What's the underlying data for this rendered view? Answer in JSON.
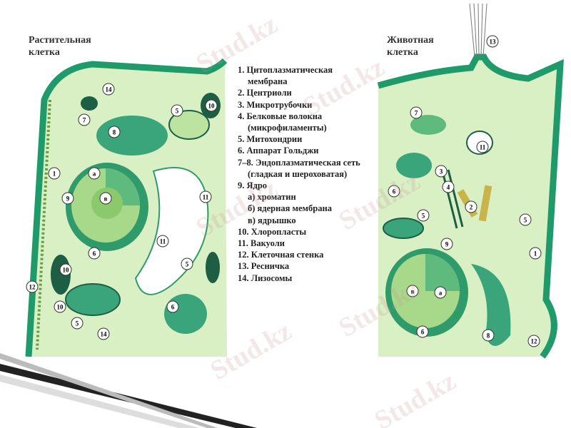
{
  "plant_cell": {
    "title_line1": "Растительная",
    "title_line2": "клетка",
    "labels": [
      "14",
      "7",
      "8",
      "5",
      "10",
      "1",
      "9",
      "а",
      "в",
      "6",
      "11",
      "11",
      "5",
      "10",
      "12",
      "10",
      "5",
      "14",
      "6"
    ]
  },
  "animal_cell": {
    "title_line1": "Животная",
    "title_line2": "клетка",
    "labels": [
      "13",
      "7",
      "11",
      "6",
      "3",
      "4",
      "2",
      "5",
      "5",
      "9",
      "1",
      "в",
      "а",
      "б",
      "8",
      "12"
    ]
  },
  "legend": [
    "1. Цитоплазматическая",
    "мембрана",
    "2. Центриоли",
    "3. Микротрубочки",
    "4. Белковые волокна",
    "(микрофиламенты)",
    "5. Митохондрии",
    "6. Аппарат Гольджи",
    "7–8. Эндоплазматическая сеть",
    "(гладкая и шероховатая)",
    "9. Ядро",
    "а) хроматин",
    "б) ядерная мембрана",
    "в) ядрышко",
    "10. Хлоропласты",
    "11. Вакуоли",
    "12. Клеточная стенка",
    "13. Ресничка",
    "14. Лизосомы"
  ],
  "watermark": "Stud.kz",
  "colors": {
    "cytoplasm": "#d9efc4",
    "membrane": "#1f9a6a",
    "organelle": "#3aa57a",
    "dark": "#1d5e45"
  }
}
